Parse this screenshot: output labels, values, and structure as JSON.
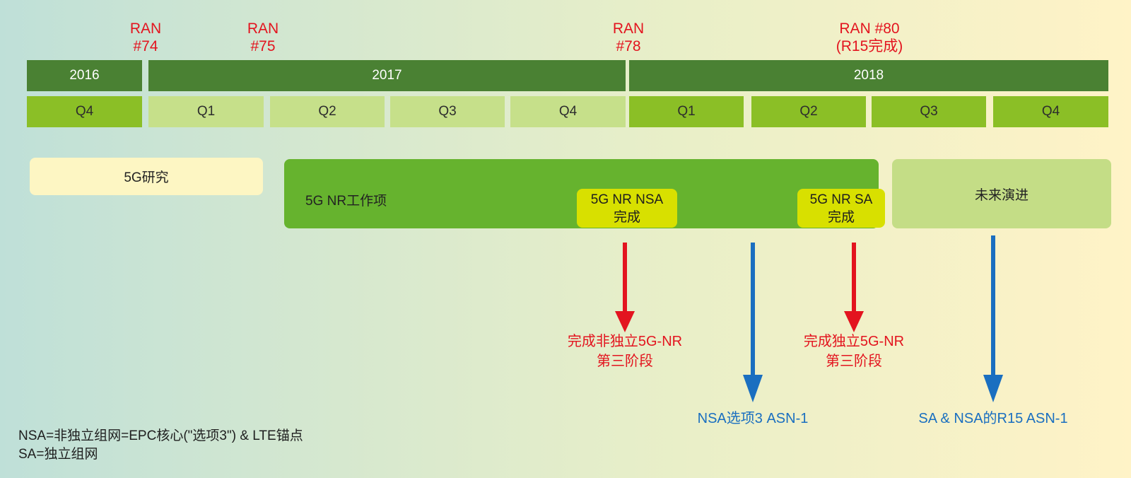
{
  "ran_meetings": [
    {
      "line1": "RAN",
      "line2": "#74"
    },
    {
      "line1": "RAN",
      "line2": "#75"
    },
    {
      "line1": "RAN",
      "line2": "#78"
    },
    {
      "line1": "RAN #80",
      "line2": "(R15完成)"
    }
  ],
  "years": [
    "2016",
    "2017",
    "2018"
  ],
  "quarters": [
    "Q4",
    "Q1",
    "Q2",
    "Q3",
    "Q4",
    "Q1",
    "Q2",
    "Q3",
    "Q4"
  ],
  "phases": {
    "research": "5G研究",
    "work_item": "5G NR工作项",
    "future": "未来演进"
  },
  "milestones": {
    "nsa": {
      "line1": "5G NR NSA",
      "line2": "完成"
    },
    "sa": {
      "line1": "5G NR SA",
      "line2": "完成"
    }
  },
  "outcomes": {
    "nsa_phase3": {
      "line1": "完成非独立5G-NR",
      "line2": "第三阶段"
    },
    "sa_phase3": {
      "line1": "完成独立5G-NR",
      "line2": "第三阶段"
    },
    "nsa_asn": "NSA选项3 ASN-1",
    "r15_asn": "SA & NSA的R15 ASN-1"
  },
  "legend": {
    "line1": "NSA=非独立组网=EPC核心(\"选项3\") & LTE锚点",
    "line2": "SA=独立组网"
  },
  "colors": {
    "year_bar": "#4a8133",
    "quarter_dark": "#8bbf26",
    "quarter_light": "#c6e08a",
    "research": "#fdf6c3",
    "work_item": "#66b32e",
    "future": "#c4dd86",
    "milestone": "#d8e000",
    "red_arrow": "#e3141f",
    "blue_arrow": "#1a6fc0"
  }
}
